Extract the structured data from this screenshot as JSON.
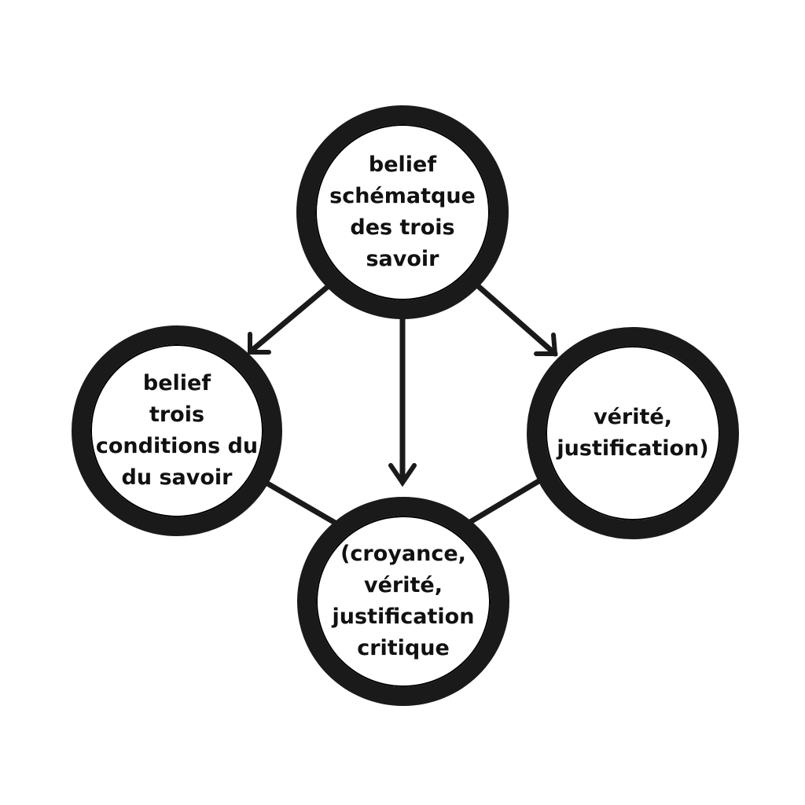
{
  "nodes": {
    "top": {
      "lines": [
        "belief",
        "schématque",
        "des trois",
        "savoir"
      ]
    },
    "left": {
      "lines": [
        "belief",
        "trois",
        "conditions du",
        "du savoir"
      ]
    },
    "right": {
      "lines": [
        "vérité,",
        "justification)"
      ]
    },
    "bottom": {
      "lines": [
        "(croyance,",
        "vérité,",
        "justification",
        "critique"
      ]
    }
  },
  "colors": {
    "stroke": "#1a1a1a",
    "background": "#ffffff"
  }
}
